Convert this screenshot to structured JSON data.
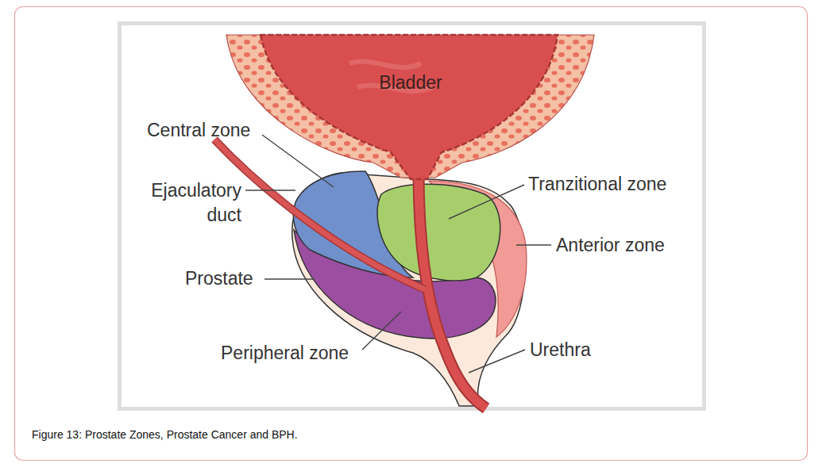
{
  "diagram": {
    "caption": "Figure 13: Prostate Zones, Prostate Cancer and BPH.",
    "nodes": [
      {
        "text": [
          "Bladder"
        ]
      }
    ],
    "labels": [
      "Central zone",
      "Ejaculatory duct",
      "Tranzitional zone",
      "Anterior zone",
      "Prostate",
      "Peripheral zone",
      "Urethra"
    ]
  }
}
